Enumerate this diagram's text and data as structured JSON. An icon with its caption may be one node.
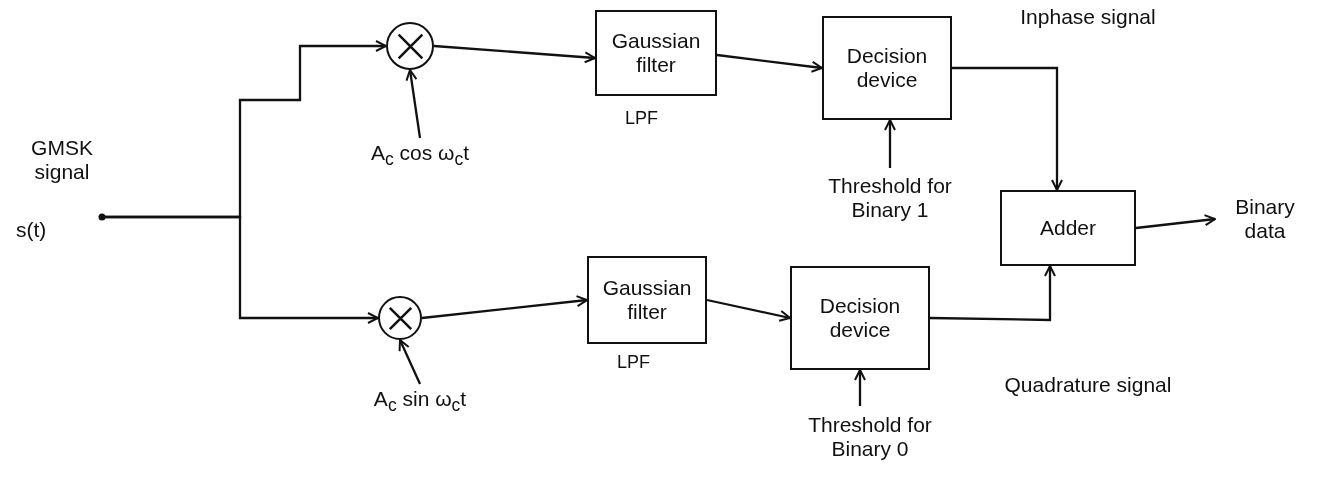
{
  "diagram": {
    "nodes": [
      {
        "text": [
          "GMSK signal",
          "s(t)"
        ]
      },
      {
        "text": [],
        "shape": "circle"
      },
      {
        "text": [
          "A$_{c}$ cos ω$_{c}$t"
        ]
      },
      {
        "text": [
          "Gaussian filter"
        ],
        "beside": [
          "LPF"
        ]
      },
      {
        "text": [
          "Decision device"
        ]
      },
      {
        "text": [
          "Threshold for Binary 1"
        ]
      },
      {
        "text": [
          "Adder"
        ]
      },
      {
        "text": [
          "Binary data"
        ]
      },
      {
        "text": [],
        "shape": "circle"
      },
      {
        "text": [
          "A$_{c}$ sin ω$_{c}$t"
        ]
      },
      {
        "text": [
          "Gaussian filter"
        ],
        "beside": [
          "LPF"
        ]
      },
      {
        "text": [
          "Decision device"
        ]
      },
      {
        "text": [
          "Threshold for Binary 0"
        ]
      }
    ],
    "edges": [
      {
        "from": 0,
        "to": 1,
        "arrow": "to"
      },
      {
        "from": 0,
        "to": 8,
        "arrow": "to"
      },
      {
        "from": 2,
        "to": 1,
        "arrow": "to"
      },
      {
        "from": 1,
        "to": 3,
        "arrow": "to"
      },
      {
        "from": 3,
        "to": 4,
        "arrow": "to"
      },
      {
        "from": 5,
        "to": 4,
        "arrow": "to"
      },
      {
        "from": 4,
        "to": 6,
        "arrow": "to",
        "label": "Inphase signal"
      },
      {
        "from": 6,
        "to": 7,
        "arrow": "to"
      },
      {
        "from": 9,
        "to": 8,
        "arrow": "to"
      },
      {
        "from": 8,
        "to": 10,
        "arrow": "to"
      },
      {
        "from": 10,
        "to": 11,
        "arrow": "to"
      },
      {
        "from": 12,
        "to": 11,
        "arrow": "to"
      },
      {
        "from": 11,
        "to": 6,
        "arrow": "to",
        "label": "Quadrature signal"
      }
    ]
  }
}
